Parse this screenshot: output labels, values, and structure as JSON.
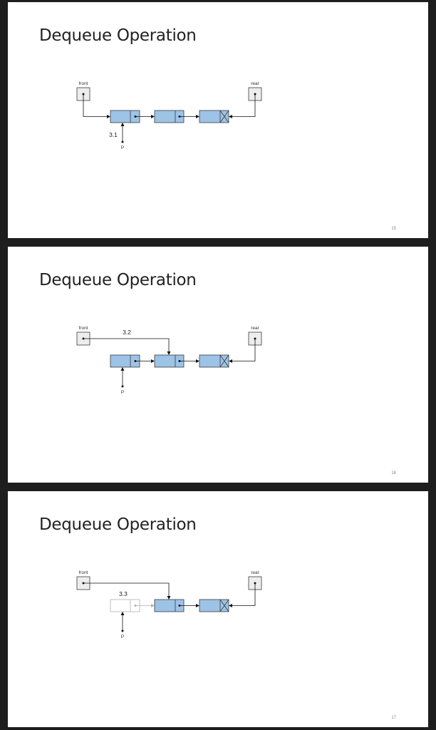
{
  "slides": [
    {
      "title": "Dequeue Operation",
      "step_label": "3.1",
      "front_label": "front",
      "rear_label": "rear",
      "pointer_label": "P",
      "slide_number": "15",
      "state": "p-points-first-node"
    },
    {
      "title": "Dequeue Operation",
      "step_label": "3.2",
      "front_label": "front",
      "rear_label": "rear",
      "pointer_label": "P",
      "slide_number": "16",
      "state": "front-moved-to-second-node"
    },
    {
      "title": "Dequeue Operation",
      "step_label": "3.3",
      "front_label": "front",
      "rear_label": "rear",
      "pointer_label": "P",
      "slide_number": "17",
      "state": "first-node-freed"
    }
  ],
  "colors": {
    "node_fill": "#9dc3e6",
    "node_stroke": "#3a3a3a",
    "box_fill": "#ededed",
    "faded_stroke": "#b0b0b0"
  }
}
